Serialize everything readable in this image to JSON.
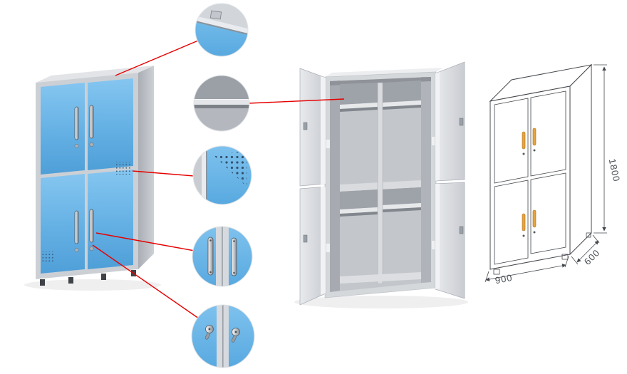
{
  "page": {
    "kind": "product-detail-illustration",
    "subject": "four-door-steel-locker"
  },
  "colors": {
    "door_blue": "#6db6e8",
    "door_blue_light": "#85c6f0",
    "frame_gray": "#ccd0d5",
    "interior_gray": "#c3c7cc",
    "callout_red": "#e60000",
    "handle_chrome": "#c3c8ce",
    "wireframe_line": "#44484d",
    "wireframe_handle_orange": "#e8a33d",
    "dimension_text": "#4a4f54"
  },
  "views": {
    "closed_cabinet": "closed-locker-view",
    "open_cabinet": "open-locker-interior-view",
    "wireframe": "dimension-line-drawing"
  },
  "callouts": [
    {
      "id": "top-corner",
      "name": "top-corner-detail"
    },
    {
      "id": "shelf",
      "name": "interior-shelf-detail"
    },
    {
      "id": "vents",
      "name": "ventilation-holes-detail"
    },
    {
      "id": "handles",
      "name": "door-handles-detail"
    },
    {
      "id": "locks",
      "name": "cam-locks-detail"
    }
  ],
  "dimensions": {
    "height": "1800",
    "width": "900",
    "depth": "600"
  }
}
